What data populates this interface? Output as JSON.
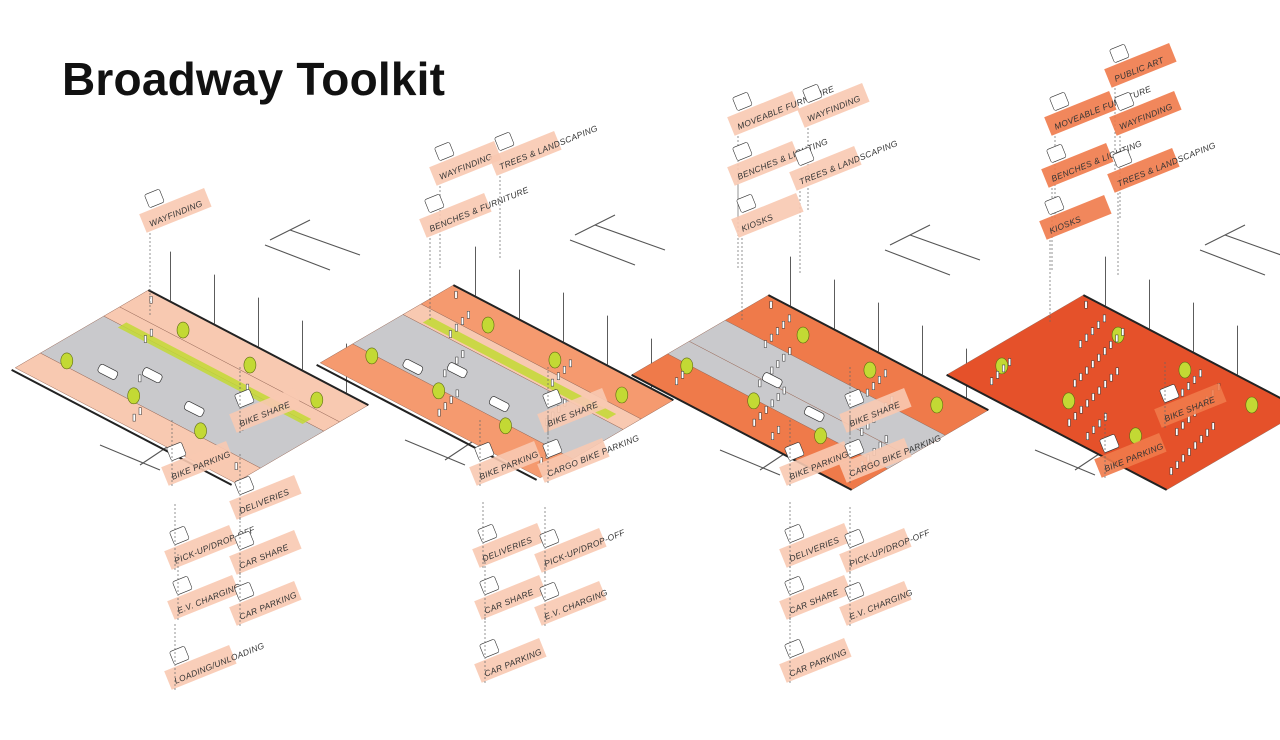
{
  "title": "Broadway Toolkit",
  "colors": {
    "light_peach": "#f8c9b1",
    "peach": "#f59a6f",
    "orange": "#ef7a4a",
    "red_orange": "#e5512a",
    "green": "#c3d934",
    "asphalt": "#c9c9cc"
  },
  "stages": [
    {
      "label_groups": {
        "top": [
          "WAYFINDING"
        ],
        "bottom": [
          "BIKE PARKING",
          "BIKE SHARE",
          "DELIVERIES",
          "PICK-UP/DROP-OFF",
          "CAR SHARE",
          "E.V. CHARGING",
          "CAR PARKING",
          "LOADING/UNLOADING"
        ]
      }
    },
    {
      "label_groups": {
        "top": [
          "WAYFINDING",
          "TREES & LANDSCAPING",
          "BENCHES & FURNITURE"
        ],
        "bottom": [
          "BIKE SHARE",
          "BIKE PARKING",
          "CARGO BIKE PARKING",
          "DELIVERIES",
          "PICK-UP/DROP-OFF",
          "CAR SHARE",
          "E.V. CHARGING",
          "CAR PARKING"
        ]
      }
    },
    {
      "label_groups": {
        "top": [
          "MOVEABLE FURNITURE",
          "WAYFINDING",
          "BENCHES & LIGHTING",
          "TREES & LANDSCAPING",
          "KIOSKS"
        ],
        "bottom": [
          "BIKE SHARE",
          "BIKE PARKING",
          "CARGO BIKE PARKING",
          "DELIVERIES",
          "PICK-UP/DROP-OFF",
          "CAR SHARE",
          "E.V. CHARGING",
          "CAR PARKING"
        ]
      }
    },
    {
      "label_groups": {
        "top": [
          "PUBLIC ART",
          "MOVEABLE FURNITURE",
          "WAYFINDING",
          "BENCHES & LIGHTING",
          "TREES & LANDSCAPING",
          "KIOSKS"
        ],
        "bottom": [
          "BIKE SHARE",
          "BIKE PARKING"
        ]
      }
    }
  ]
}
